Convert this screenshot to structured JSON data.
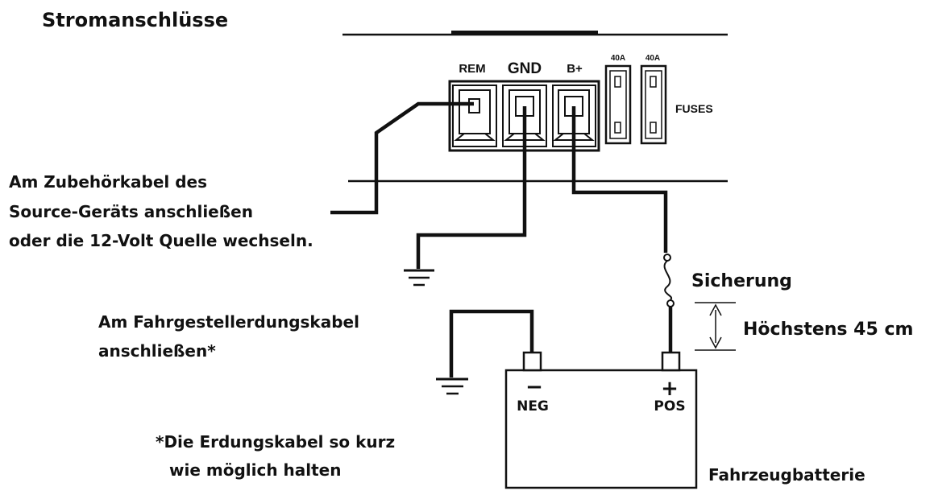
{
  "title": "Stromanschlüsse",
  "terminals": {
    "rem": "REM",
    "gnd": "GND",
    "bplus": "B+",
    "fuse1_rating": "40A",
    "fuse2_rating": "40A",
    "fuses_label": "FUSES"
  },
  "remote_note": {
    "line1": "Am Zubehörkabel des",
    "line2": "Source-Geräts anschließen",
    "line3": "oder die 12-Volt Quelle wechseln."
  },
  "fuse_label": "Sicherung",
  "max_distance": "Höchstens 45 cm",
  "chassis_note": {
    "line1": "Am Fahrgestellerdungskabel",
    "line2": "anschließen*"
  },
  "battery": {
    "neg_sign": "−",
    "neg_label": "NEG",
    "pos_sign": "+",
    "pos_label": "POS",
    "name": "Fahrzeugbatterie"
  },
  "footnote": {
    "line1": "*Die Erdungskabel so kurz",
    "line2": "wie möglich halten"
  }
}
